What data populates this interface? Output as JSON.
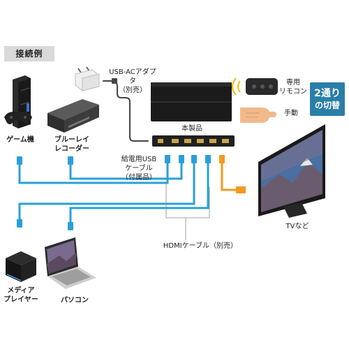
{
  "section_title": "接続例",
  "labels": {
    "game_console": "ゲーム機",
    "bluray_recorder": "ブルーレイ\nレコーダー",
    "usb_ac_adapter": "USB-ACアダプタ\n（別売）",
    "usb_power_cable": "給電用USB\nケーブル\n（付属品）",
    "main_product": "本製品",
    "remote": "専用\nリモコン",
    "manual": "手動",
    "tv": "TVなど",
    "hdmi_cable": "HDMIケーブル（別売）",
    "media_player": "メディア\nプレイヤー",
    "pc": "パソコン"
  },
  "badge": {
    "line1": "2通り",
    "line2": "の切替"
  },
  "colors": {
    "cable_blue": "#2a9fd8",
    "cable_orange": "#f39a1f",
    "badge_bg": "#2a7ea8",
    "section_bg": "#d9d9d9"
  }
}
